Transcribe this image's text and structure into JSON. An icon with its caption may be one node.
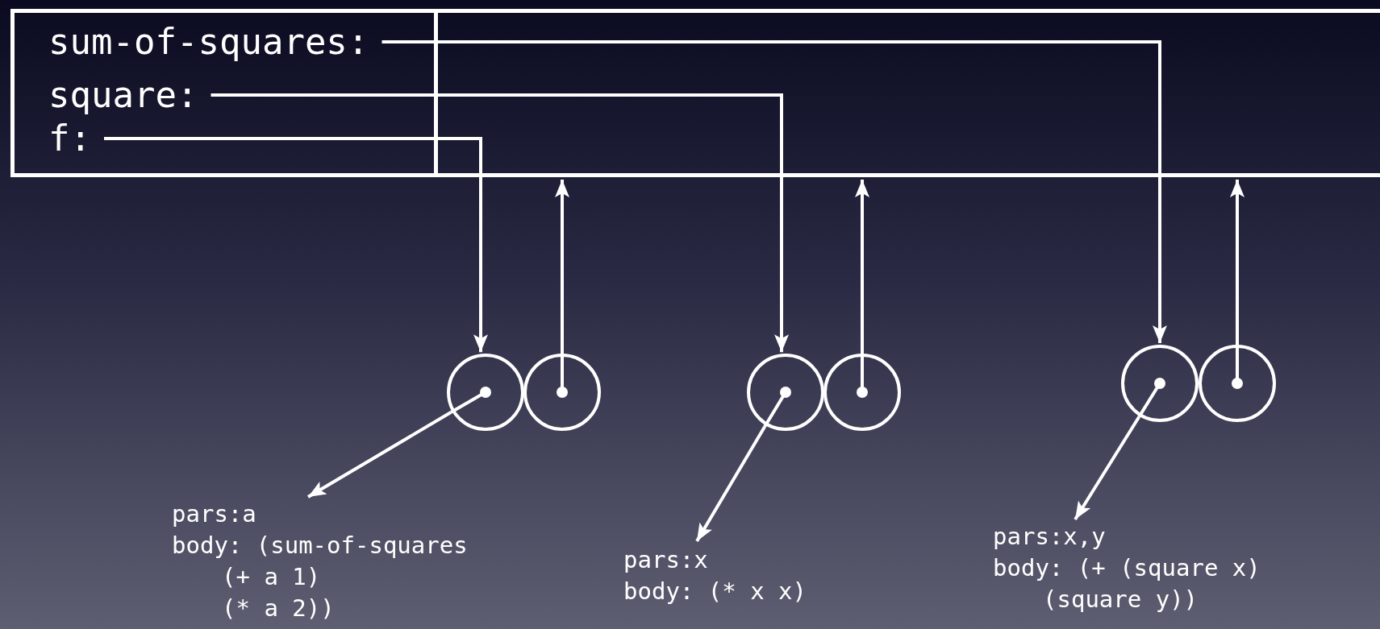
{
  "diagram": {
    "nodes": [
      {
        "text": [],
        "shape": "box"
      },
      {
        "text": [
          "sum-of-squares:"
        ],
        "in": 0
      },
      {
        "text": [
          "square:"
        ],
        "in": 0
      },
      {
        "text": [
          "f:"
        ],
        "in": 0
      },
      {
        "text": [],
        "shape": "circle"
      },
      {
        "text": [],
        "shape": "circle"
      },
      {
        "text": [],
        "shape": "circle"
      },
      {
        "text": [],
        "shape": "circle"
      },
      {
        "text": [],
        "shape": "circle"
      },
      {
        "text": [],
        "shape": "circle"
      },
      {
        "text": [
          "pars:a",
          "body: (sum-of-squares",
          "(+ a 1)",
          "(* a 2))"
        ]
      },
      {
        "text": [
          "pars:x",
          "body: (* x x)"
        ]
      },
      {
        "text": [
          "pars:x,y",
          "body: (+ (square x)",
          "(square y))"
        ]
      }
    ],
    "edges": [
      {
        "from": 1,
        "to": 8,
        "arrow": "to"
      },
      {
        "from": 2,
        "to": 6,
        "arrow": "to"
      },
      {
        "from": 3,
        "to": 4,
        "arrow": "to"
      },
      {
        "from": 5,
        "to": 0,
        "arrow": "to"
      },
      {
        "from": 7,
        "to": 0,
        "arrow": "to"
      },
      {
        "from": 9,
        "to": 0,
        "arrow": "to"
      },
      {
        "from": 4,
        "to": 10,
        "arrow": "to"
      },
      {
        "from": 6,
        "to": 11,
        "arrow": "to"
      },
      {
        "from": 8,
        "to": 12,
        "arrow": "to"
      }
    ]
  }
}
